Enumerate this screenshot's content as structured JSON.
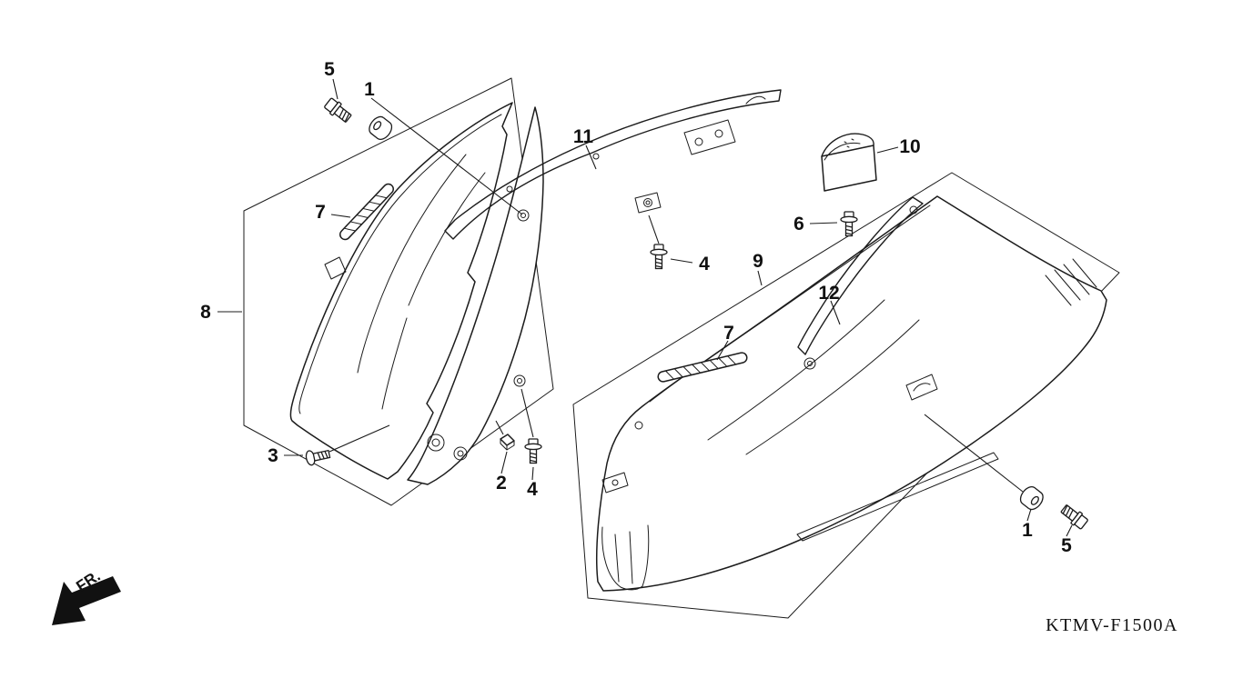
{
  "diagram": {
    "code": "KTMV-F1500A",
    "front_label": "FR.",
    "callouts": {
      "c5_left": "5",
      "c1_left": "1",
      "c11": "11",
      "c10": "10",
      "c7_left": "7",
      "c6": "6",
      "c4_upper": "4",
      "c9": "9",
      "c12": "12",
      "c8": "8",
      "c7_right": "7",
      "c3": "3",
      "c2": "2",
      "c4_lower": "4",
      "c1_right": "1",
      "c5_right": "5"
    },
    "colors": {
      "line": "#1c1c1c",
      "background": "#ffffff"
    }
  }
}
